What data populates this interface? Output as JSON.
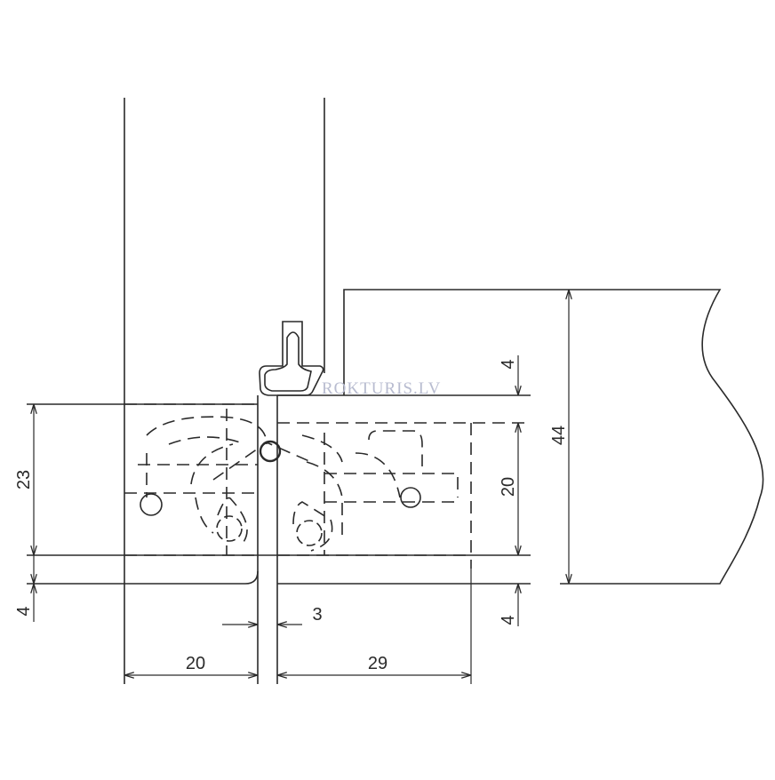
{
  "watermark": "ROKTURIS.LV",
  "dimensions": {
    "left_height": "23",
    "left_bottom_gap": "4",
    "right_top_gap": "4",
    "right_height": "20",
    "right_bottom_gap": "4",
    "drawer_front_height": "44",
    "gap": "3",
    "left_width": "20",
    "right_width": "29"
  },
  "colors": {
    "line": "#2a2a2a",
    "watermark": "#b8bcd0"
  }
}
